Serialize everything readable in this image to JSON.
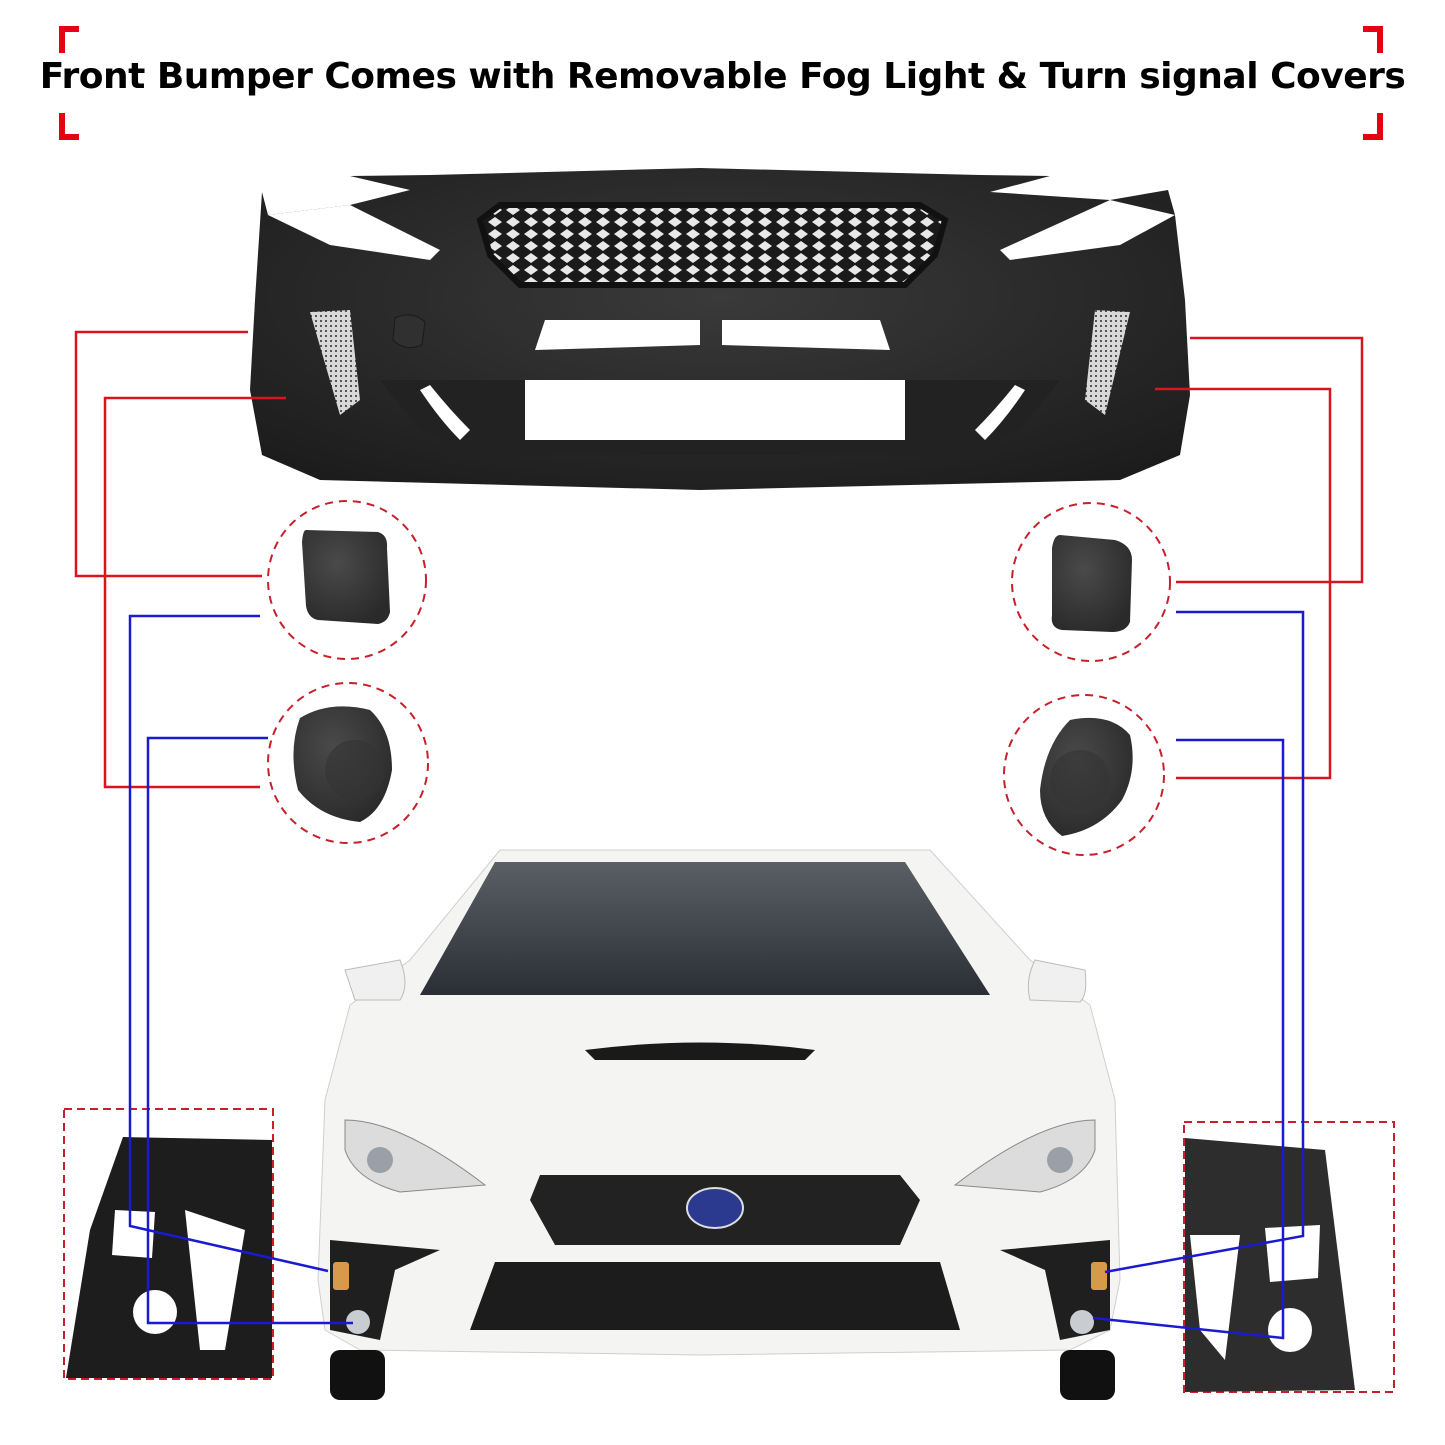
{
  "header": {
    "title": "Front Bumper Comes with Removable Fog Light & Turn signal Covers",
    "bracket_color": "#e60012"
  },
  "diagram": {
    "main_part": "front-bumper",
    "callout_parts": [
      {
        "id": "left-turn-signal-cover",
        "side": "left",
        "shape": "rounded-square"
      },
      {
        "id": "left-fog-light-cover",
        "side": "left",
        "shape": "teardrop"
      },
      {
        "id": "right-turn-signal-cover",
        "side": "right",
        "shape": "rounded-square"
      },
      {
        "id": "right-fog-light-cover",
        "side": "right",
        "shape": "teardrop"
      }
    ],
    "detail_insets": [
      {
        "id": "left-bumper-corner-detail",
        "side": "left"
      },
      {
        "id": "right-bumper-corner-detail",
        "side": "right"
      }
    ],
    "vehicle": {
      "color": "white",
      "emblem_color": "#2b3a8f"
    },
    "colors": {
      "red_connector": "#d9141e",
      "blue_connector": "#1a1ad0",
      "dashed_outline": "#c8202a",
      "bumper": "#2a2a2a"
    }
  }
}
